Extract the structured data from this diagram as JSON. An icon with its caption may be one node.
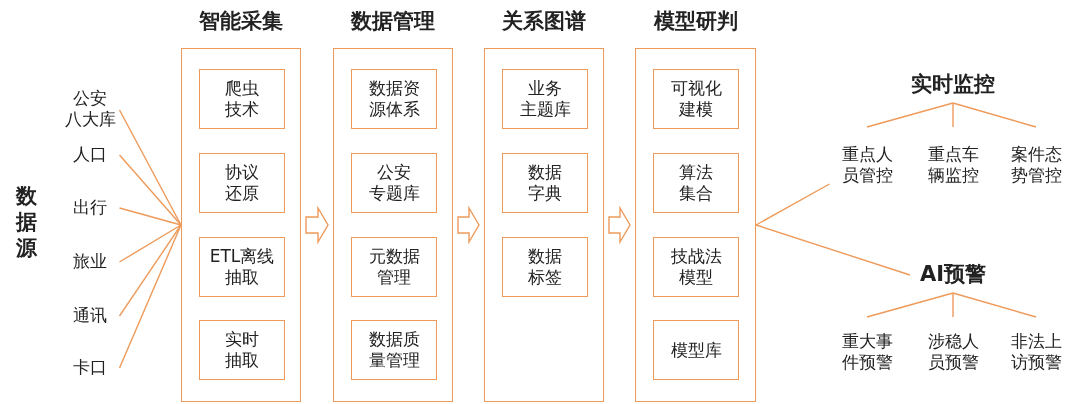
{
  "diagram": {
    "nodes": [
      {
        "text": [
          "公安八大库"
        ]
      },
      {
        "text": [
          "人口"
        ]
      },
      {
        "text": [
          "出行"
        ]
      },
      {
        "text": [
          "旅业"
        ]
      },
      {
        "text": [
          "通讯"
        ]
      },
      {
        "text": [
          "卡口"
        ]
      },
      {
        "text": [
          "智能采集"
        ]
      },
      {
        "text": [
          "爬虫技术"
        ],
        "in": 6
      },
      {
        "text": [
          "协议还原"
        ],
        "in": 6
      },
      {
        "text": [
          "ETL离线抽取"
        ],
        "in": 6
      },
      {
        "text": [
          "实时抽取"
        ],
        "in": 6
      },
      {
        "text": [
          "数据管理"
        ]
      },
      {
        "text": [
          "数据资源体系"
        ],
        "in": 11
      },
      {
        "text": [
          "公安专题库"
        ],
        "in": 11
      },
      {
        "text": [
          "元数据管理"
        ],
        "in": 11
      },
      {
        "text": [
          "数据质量管理"
        ],
        "in": 11
      },
      {
        "text": [
          "关系图谱"
        ]
      },
      {
        "text": [
          "业务主题库"
        ],
        "in": 16
      },
      {
        "text": [
          "数据字典"
        ],
        "in": 16
      },
      {
        "text": [
          "数据标签"
        ],
        "in": 16
      },
      {
        "text": [
          "模型研判"
        ]
      },
      {
        "text": [
          "可视化建模"
        ],
        "in": 20
      },
      {
        "text": [
          "算法集合"
        ],
        "in": 20
      },
      {
        "text": [
          "技战法模型"
        ],
        "in": 20
      },
      {
        "text": [
          "模型库"
        ],
        "in": 20
      },
      {
        "text": [
          "实时监控"
        ]
      },
      {
        "text": [
          "重点人员管控"
        ]
      },
      {
        "text": [
          "重点车辆监控"
        ]
      },
      {
        "text": [
          "案件态势管控"
        ]
      },
      {
        "text": [
          "AI预警"
        ]
      },
      {
        "text": [
          "重大事件预警"
        ]
      },
      {
        "text": [
          "涉稳人员预警"
        ]
      },
      {
        "text": [
          "非法上访预警"
        ]
      }
    ],
    "edges": [
      {
        "from": 0,
        "to": 6,
        "arrow": "none"
      },
      {
        "from": 1,
        "to": 6,
        "arrow": "none"
      },
      {
        "from": 2,
        "to": 6,
        "arrow": "none"
      },
      {
        "from": 3,
        "to": 6,
        "arrow": "none"
      },
      {
        "from": 4,
        "to": 6,
        "arrow": "none"
      },
      {
        "from": 5,
        "to": 6,
        "arrow": "none"
      },
      {
        "from": 6,
        "to": 11,
        "arrow": "to"
      },
      {
        "from": 11,
        "to": 16,
        "arrow": "to"
      },
      {
        "from": 16,
        "to": 20,
        "arrow": "to"
      },
      {
        "from": 20,
        "to": 26,
        "arrow": "none"
      },
      {
        "from": 20,
        "to": 29,
        "arrow": "none"
      },
      {
        "from": 25,
        "to": 26,
        "arrow": "none"
      },
      {
        "from": 25,
        "to": 27,
        "arrow": "none"
      },
      {
        "from": 25,
        "to": 28,
        "arrow": "none"
      },
      {
        "from": 29,
        "to": 30,
        "arrow": "none"
      },
      {
        "from": 29,
        "to": 31,
        "arrow": "none"
      },
      {
        "from": 29,
        "to": 32,
        "arrow": "none"
      }
    ],
    "labels": [
      "数据源"
    ]
  }
}
